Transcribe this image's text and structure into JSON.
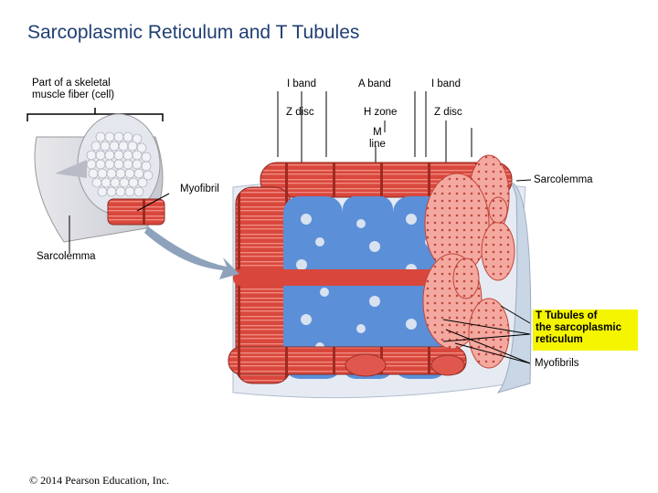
{
  "title": "Sarcoplasmic Reticulum and T Tubules",
  "labels": {
    "fiber_line1": "Part of a skeletal",
    "fiber_line2": "muscle fiber (cell)",
    "i_band_left": "I band",
    "a_band": "A band",
    "i_band_right": "I band",
    "z_disc_left": "Z disc",
    "h_zone": "H zone",
    "z_disc_right": "Z disc",
    "m_line1": "M",
    "m_line2": "line",
    "myofibril": "Myofibril",
    "sarcolemma_left": "Sarcolemma",
    "sarcolemma_right": "Sarcolemma",
    "t_tubules_line1": "T Tubules of",
    "t_tubules_line2": "the sarcoplasmic",
    "t_tubules_line3": "reticulum",
    "myofibrils": "Myofibrils"
  },
  "copyright": "© 2014 Pearson Education, Inc.",
  "colors": {
    "title": "#1f3f73",
    "highlight": "#f5f500",
    "muscle": "#d94a3f",
    "reticulum": "#5b8fd8",
    "membrane": "#c9d6e6"
  }
}
